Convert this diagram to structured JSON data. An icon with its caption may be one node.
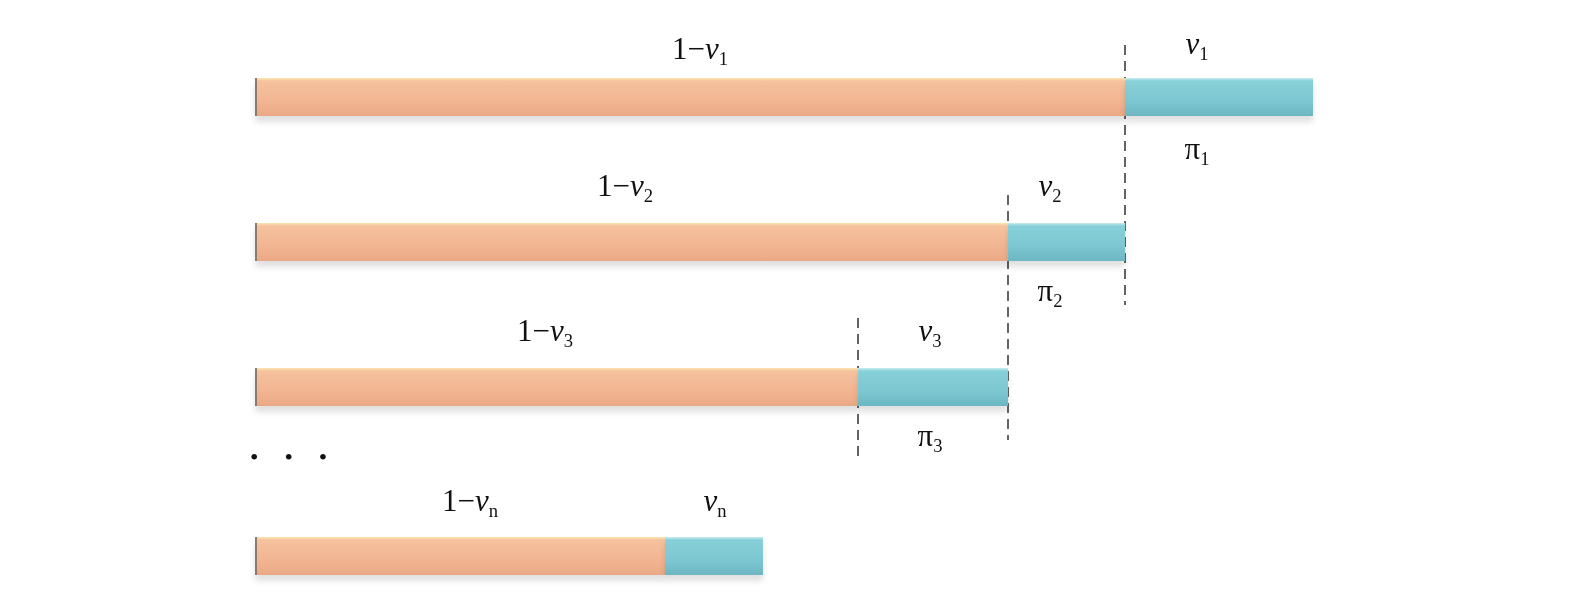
{
  "diagram": {
    "nodes": [
      {
        "text": [
          "1−*v*$_{1}$"
        ]
      },
      {
        "text": [
          "*v*$_{1}$"
        ],
        "beside": [
          "π$_{1}$"
        ]
      },
      {
        "text": [
          "1−*v*$_{2}$"
        ]
      },
      {
        "text": [
          "*v*$_{2}$"
        ],
        "beside": [
          "π$_{2}$"
        ]
      },
      {
        "text": [
          "1−*v*$_{3}$"
        ]
      },
      {
        "text": [
          "*v*$_{3}$"
        ],
        "beside": [
          "π$_{3}$"
        ]
      },
      {
        "text": [
          "1−*v*$_{n}$"
        ]
      },
      {
        "text": [
          "*v*$_{n}$"
        ]
      }
    ],
    "edges": [],
    "labels": [
      "• • •"
    ]
  }
}
